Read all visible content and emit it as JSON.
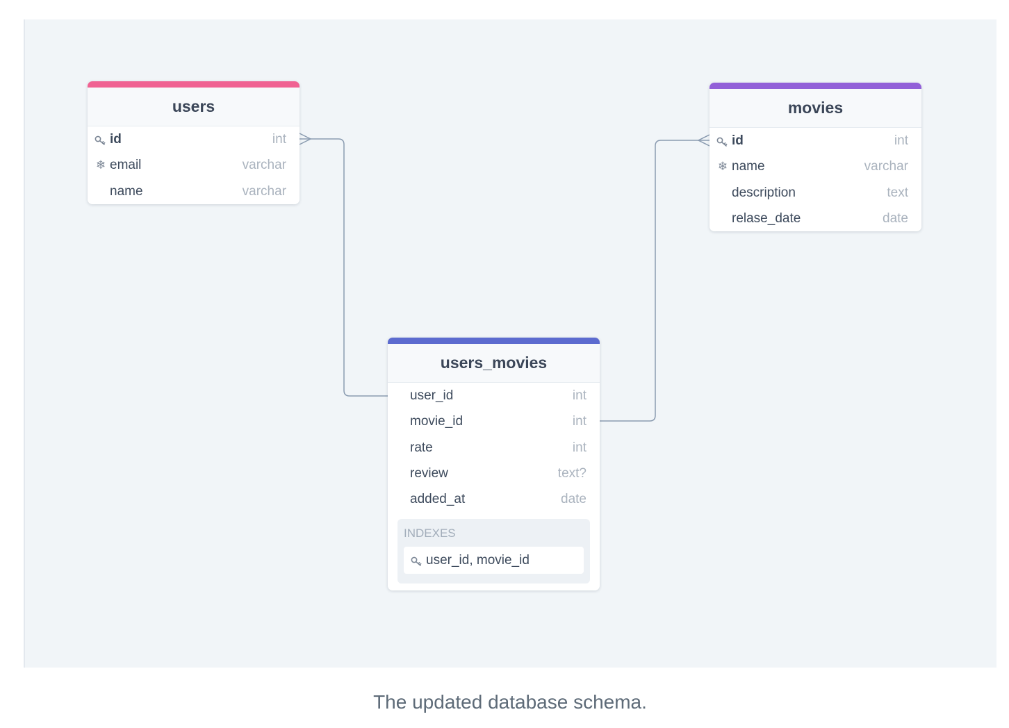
{
  "tables": {
    "users": {
      "name": "users",
      "color": "#f06292",
      "fields": [
        {
          "icon": "key",
          "name": "id",
          "type": "int",
          "pk": true
        },
        {
          "icon": "snowflake",
          "name": "email",
          "type": "varchar",
          "pk": false
        },
        {
          "icon": "",
          "name": "name",
          "type": "varchar",
          "pk": false
        }
      ]
    },
    "movies": {
      "name": "movies",
      "color": "#9260d8",
      "fields": [
        {
          "icon": "key",
          "name": "id",
          "type": "int",
          "pk": true
        },
        {
          "icon": "snowflake",
          "name": "name",
          "type": "varchar",
          "pk": false
        },
        {
          "icon": "",
          "name": "description",
          "type": "text",
          "pk": false
        },
        {
          "icon": "",
          "name": "relase_date",
          "type": "date",
          "pk": false
        }
      ]
    },
    "users_movies": {
      "name": "users_movies",
      "color": "#5c6bcf",
      "fields": [
        {
          "icon": "",
          "name": "user_id",
          "type": "int",
          "pk": false
        },
        {
          "icon": "",
          "name": "movie_id",
          "type": "int",
          "pk": false
        },
        {
          "icon": "",
          "name": "rate",
          "type": "int",
          "pk": false
        },
        {
          "icon": "",
          "name": "review",
          "type": "text?",
          "pk": false
        },
        {
          "icon": "",
          "name": "added_at",
          "type": "date",
          "pk": false
        }
      ],
      "indexes_title": "INDEXES",
      "indexes": [
        "user_id, movie_id"
      ]
    }
  },
  "relationships": [
    {
      "from": "users_movies.user_id",
      "to": "users.id",
      "to_side": "many"
    },
    {
      "from": "users_movies.movie_id",
      "to": "movies.id",
      "to_side": "many"
    }
  ],
  "caption": "The updated database schema.",
  "colors": {
    "canvas": "#f1f5f8",
    "connector": "#8a9bb0"
  }
}
